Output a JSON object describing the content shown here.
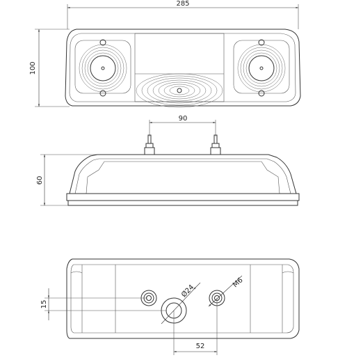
{
  "dimensions": {
    "width": "285",
    "height": "100",
    "terminal_spacing": "90",
    "depth": "60",
    "hole_offset": "15",
    "hole_spacing": "52",
    "hole_diameter": "Ø24",
    "thread": "M6"
  },
  "colors": {
    "line": "#333333",
    "background": "#ffffff"
  }
}
